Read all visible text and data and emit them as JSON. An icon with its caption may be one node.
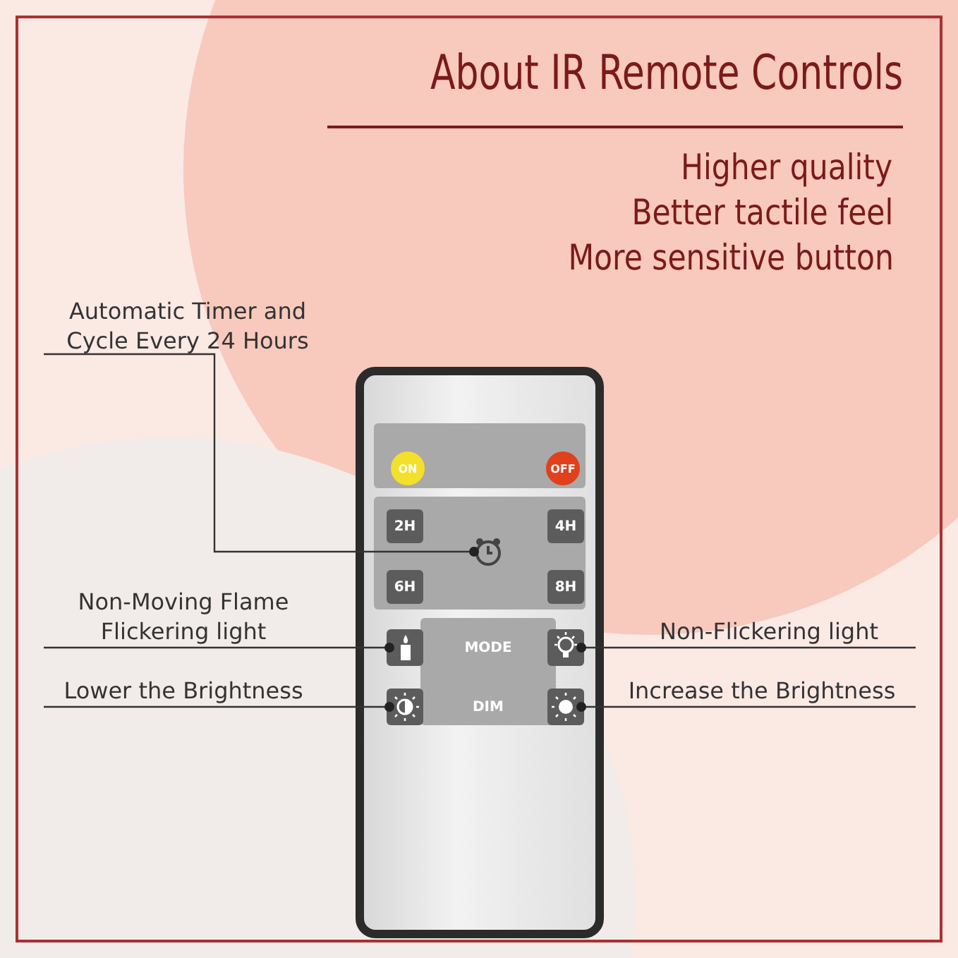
{
  "diagram": {
    "title": "About IR Remote Controls",
    "nodes": [
      {
        "text": [],
        "shape": "box"
      },
      {
        "text": [
          "ON"
        ],
        "in": 0
      },
      {
        "text": [
          "OFF"
        ],
        "in": 0
      },
      {
        "text": [
          "2H"
        ],
        "in": 0
      },
      {
        "text": [
          "4H"
        ],
        "in": 0
      },
      {
        "text": [
          "6H"
        ],
        "in": 0
      },
      {
        "text": [
          "8H"
        ],
        "in": 0
      },
      {
        "text": [],
        "shape": "picture",
        "in": 0
      },
      {
        "text": [],
        "shape": "picture",
        "in": 0
      },
      {
        "text": [
          "MODE"
        ],
        "in": 0
      },
      {
        "text": [],
        "shape": "picture",
        "in": 0
      },
      {
        "text": [],
        "shape": "picture",
        "in": 0
      },
      {
        "text": [
          "DIM"
        ],
        "in": 0
      },
      {
        "text": [],
        "shape": "picture",
        "in": 0
      },
      {
        "text": [
          "Automatic Timer and Cycle Every 24 Hours"
        ]
      },
      {
        "text": [
          "Non-Moving Flame Flickering light"
        ]
      },
      {
        "text": [
          "Non-Flickering light"
        ]
      },
      {
        "text": [
          "Lower the Brightness"
        ]
      },
      {
        "text": [
          "Increase the Brightness"
        ]
      }
    ],
    "edges": [
      {
        "from": 14,
        "to": 7,
        "arrow": "other"
      },
      {
        "from": 15,
        "to": 8,
        "arrow": "other"
      },
      {
        "from": 16,
        "to": 10,
        "arrow": "other"
      },
      {
        "from": 17,
        "to": 11,
        "arrow": "other"
      },
      {
        "from": 18,
        "to": 13,
        "arrow": "other"
      }
    ],
    "labels": [
      "Higher quality",
      "Better tactile feel",
      "More sensitive button"
    ]
  }
}
